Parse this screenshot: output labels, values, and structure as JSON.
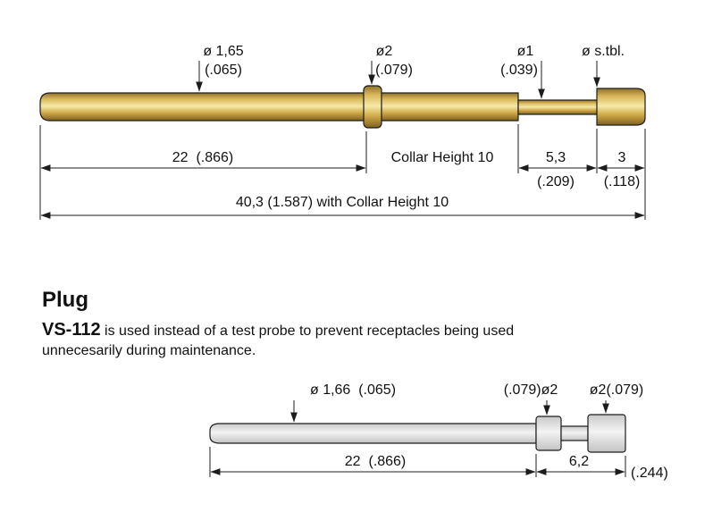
{
  "drawing_top": {
    "callouts": [
      {
        "dia": "ø 1,65",
        "inch": "(.065)"
      },
      {
        "dia": "ø2",
        "inch": "(.079)"
      },
      {
        "dia": "ø1",
        "inch": "(.039)"
      },
      {
        "dia": "ø s.tbl."
      }
    ],
    "dimensions": {
      "barrel_len": "22  (.866)",
      "collar_label": "Collar Height 10",
      "tip_len": "5,3",
      "tip_len_inch": "(.209)",
      "head_len": "3",
      "head_len_inch": "(.118)",
      "overall": "40,3 (1.587) with Collar Height 10"
    }
  },
  "description": {
    "heading": "Plug",
    "model": "VS-112",
    "body_line1": " is used instead of a test probe to prevent receptacles being used",
    "body_line2": "unnecesarily during maintenance."
  },
  "drawing_bottom": {
    "callouts": {
      "barrel_dia": "ø 1,66  (.065)",
      "collar_dia_left": "(.079)ø2",
      "collar_dia_right": "ø2(.079)"
    },
    "dimensions": {
      "barrel_len": "22  (.866)",
      "head_len": "6,2",
      "head_len_inch": "(.244)"
    }
  },
  "colors": {
    "gold_edge": "#8f712a",
    "gold_mid": "#d9b85c",
    "gold_hi": "#f6e9a8",
    "gold_mid2": "#cfa948",
    "gold_dark": "#7e6120",
    "gray_edge": "#c9c9c9",
    "gray_hi": "#f3f3f3",
    "gray_edge2": "#c3c3c3",
    "outline": "#1c1c1c"
  }
}
